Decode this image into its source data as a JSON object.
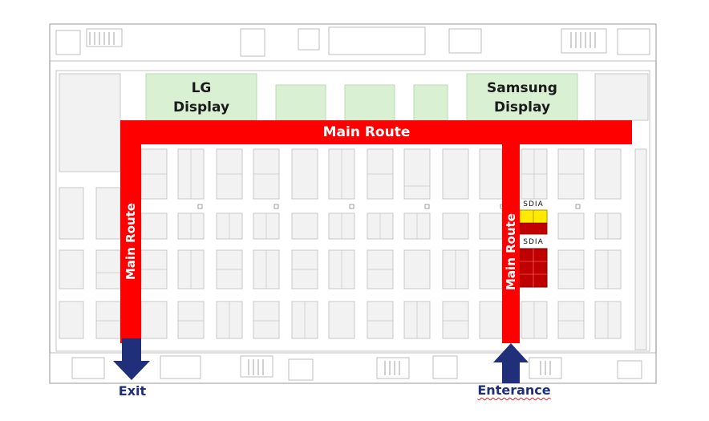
{
  "halls": [
    {
      "id": "lg",
      "name_line1": "LG",
      "name_line2": "Display",
      "color": "#d9f0d2"
    },
    {
      "id": "samsung",
      "name_line1": "Samsung",
      "name_line2": "Display",
      "color": "#d9f0d2"
    }
  ],
  "route": {
    "label": "Main Route",
    "color": "#ff0000"
  },
  "sdia": {
    "label_top": "SDIA",
    "label_bottom": "SDIA",
    "color_top": "#ffea00",
    "color_bottom": "#c00000"
  },
  "exit": {
    "label": "Exit",
    "color": "#1f2f7a"
  },
  "entrance": {
    "label": "Enterance",
    "color": "#1f2f7a"
  },
  "palette": {
    "booth": "#f2f2f2",
    "booth_border": "#c8c8c8",
    "outline": "#999999"
  }
}
